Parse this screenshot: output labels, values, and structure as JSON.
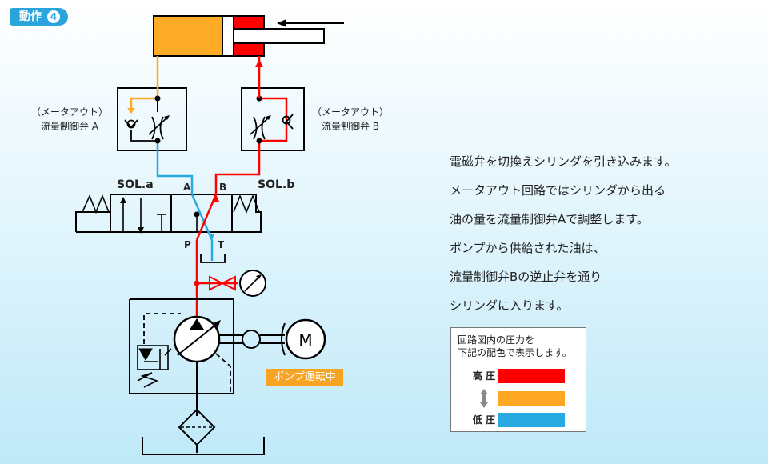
{
  "header": {
    "badge_label": "動作",
    "badge_number": "4"
  },
  "diagram": {
    "left_valve_note": "（メータアウト）",
    "left_valve_name": "流量制御弁 A",
    "right_valve_note": "（メータアウト）",
    "right_valve_name": "流量制御弁 B",
    "sol_a": "SOL.a",
    "sol_b": "SOL.b",
    "port_a": "A",
    "port_b": "B",
    "port_p": "P",
    "port_t": "T",
    "motor_label": "M",
    "run_status": "ポンプ運転中"
  },
  "description": {
    "lines": [
      "電磁弁を切換えシリンダを引き込みます。",
      "メータアウト回路ではシリンダから出る",
      "油の量を流量制御弁Aで調整します。",
      "ポンプから供給された油は、",
      "流量制御弁Bの逆止弁を通り",
      "シリンダに入ります。"
    ]
  },
  "legend": {
    "title_line1": "回路図内の圧力を",
    "title_line2": "下記の配色で表示します。",
    "high_label": "高 圧",
    "low_label": "低 圧",
    "colors": {
      "high": "#ff0000",
      "mid": "#ffa722",
      "low": "#29a9e1"
    }
  }
}
